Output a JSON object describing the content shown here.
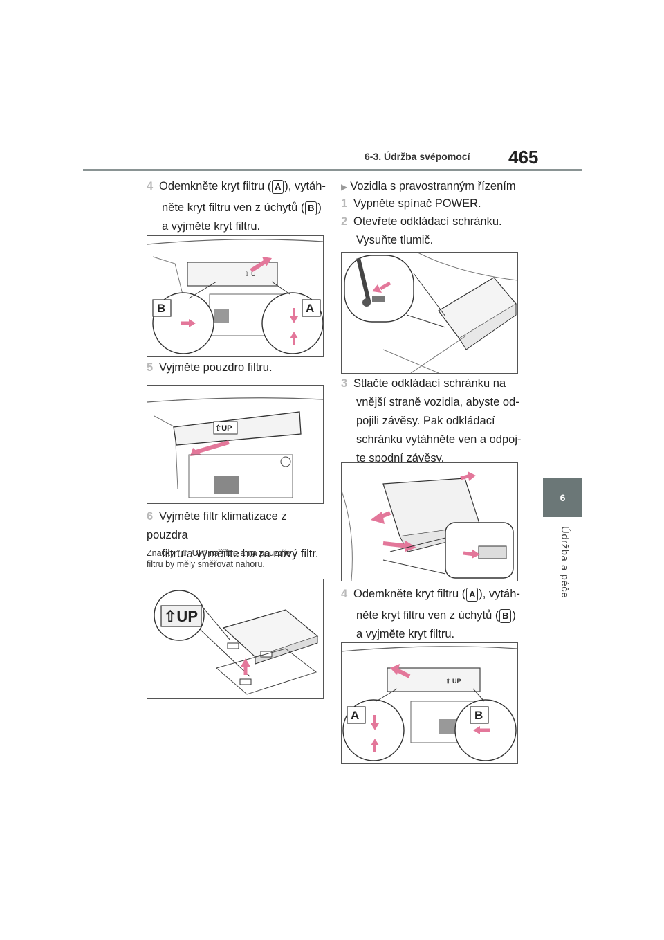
{
  "header": {
    "section_title": "6-3. Údržba svépomocí",
    "page_number": "465"
  },
  "side_tab": {
    "number": "6",
    "label": "Údržba a péče"
  },
  "left_column": {
    "step4": {
      "num": "4",
      "line1_a": "Odemkněte kryt filtru (",
      "key_a": "A",
      "line1_b": "), vytáh-",
      "line2_a": "něte kryt filtru ven z úchytů (",
      "key_b": "B",
      "line2_b": ")",
      "line3": "a vyjměte kryt filtru."
    },
    "fig1": {
      "label_a": "A",
      "label_b": "B",
      "up_text": "⇧ U"
    },
    "step5": {
      "num": "5",
      "text": "Vyjměte pouzdro filtru."
    },
    "fig2": {
      "up_text": "⇧UP"
    },
    "step6": {
      "num": "6",
      "line1": "Vyjměte filtr klimatizace z pouzdra",
      "line2": "filtru a vyměňte ho za nový filtr."
    },
    "note": {
      "line1_a": "Značky \"",
      "line1_b": " UP\" na filtru a na pouzdře",
      "line2": "filtru by měly směřovat nahoru."
    },
    "fig3": {
      "up_text": "⇧UP"
    }
  },
  "right_column": {
    "heading": "Vozidla s pravostranným řízením",
    "step1": {
      "num": "1",
      "text": "Vypněte spínač POWER."
    },
    "step2": {
      "num": "2",
      "line1": "Otevřete odkládací schránku.",
      "line2": "Vysuňte tlumič."
    },
    "step3": {
      "num": "3",
      "line1": "Stlačte odkládací schránku na",
      "line2": "vnější straně vozidla, abyste od-",
      "line3": "pojili závěsy. Pak odkládací",
      "line4": "schránku vytáhněte ven a odpoj-",
      "line5": "te spodní závěsy."
    },
    "step4": {
      "num": "4",
      "line1_a": "Odemkněte kryt filtru (",
      "key_a": "A",
      "line1_b": "), vytáh-",
      "line2_a": "něte kryt filtru ven z úchytů (",
      "key_b": "B",
      "line2_b": ")",
      "line3": "a vyjměte kryt filtru."
    },
    "fig7": {
      "label_a": "A",
      "label_b": "B",
      "up_text": "⇧ UP"
    }
  },
  "colors": {
    "arrow_pink": "#e3779a",
    "header_rule": "#8a9494",
    "side_tab": "#6b7777",
    "step_number": "#b9b9b9"
  }
}
